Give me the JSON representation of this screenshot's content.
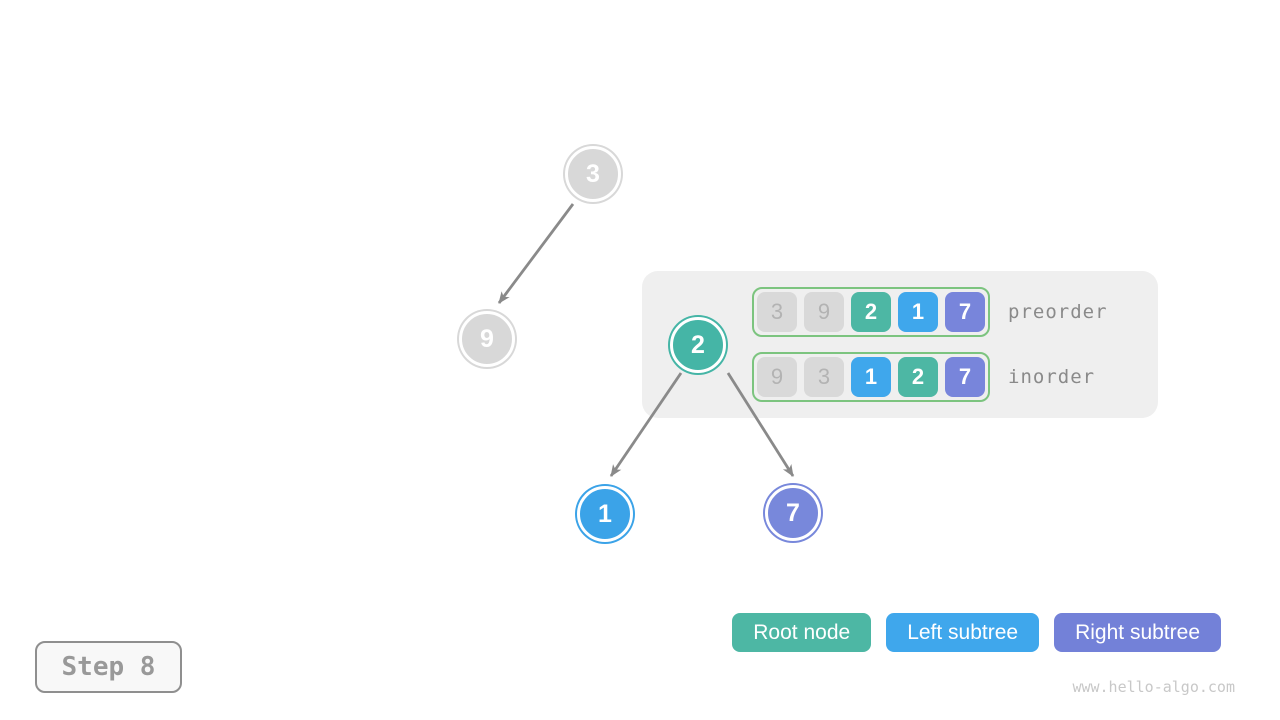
{
  "step": {
    "label": "Step 8"
  },
  "watermark": "www.hello-algo.com",
  "colors": {
    "root_node": "#4db7a4",
    "left_subtree": "#3fa7ec",
    "right_subtree": "#7885db",
    "processed_gray": "#d8d8d8",
    "panel_background": "#efefef",
    "array_border_green": "#7cc47f",
    "edge_gray": "#8a8a8a"
  },
  "tree": {
    "nodes": [
      {
        "value": "3",
        "role": "processed"
      },
      {
        "value": "9",
        "role": "processed"
      },
      {
        "value": "2",
        "role": "root"
      },
      {
        "value": "1",
        "role": "left-subtree"
      },
      {
        "value": "7",
        "role": "right-subtree"
      }
    ],
    "edges": [
      {
        "from": "3",
        "to": "9"
      },
      {
        "from": "2",
        "to": "1"
      },
      {
        "from": "2",
        "to": "7"
      }
    ]
  },
  "panel": {
    "rows": [
      {
        "label": "preorder",
        "cells": [
          {
            "value": "3",
            "state": "processed"
          },
          {
            "value": "9",
            "state": "processed"
          },
          {
            "value": "2",
            "state": "root"
          },
          {
            "value": "1",
            "state": "left-subtree"
          },
          {
            "value": "7",
            "state": "right-subtree"
          }
        ]
      },
      {
        "label": "inorder",
        "cells": [
          {
            "value": "9",
            "state": "processed"
          },
          {
            "value": "3",
            "state": "processed"
          },
          {
            "value": "1",
            "state": "left-subtree"
          },
          {
            "value": "2",
            "state": "root"
          },
          {
            "value": "7",
            "state": "right-subtree"
          }
        ]
      }
    ]
  },
  "legend": [
    {
      "label": "Root node",
      "color": "#4db7a4"
    },
    {
      "label": "Left subtree",
      "color": "#3fa7ec"
    },
    {
      "label": "Right subtree",
      "color": "#7381d8"
    }
  ]
}
